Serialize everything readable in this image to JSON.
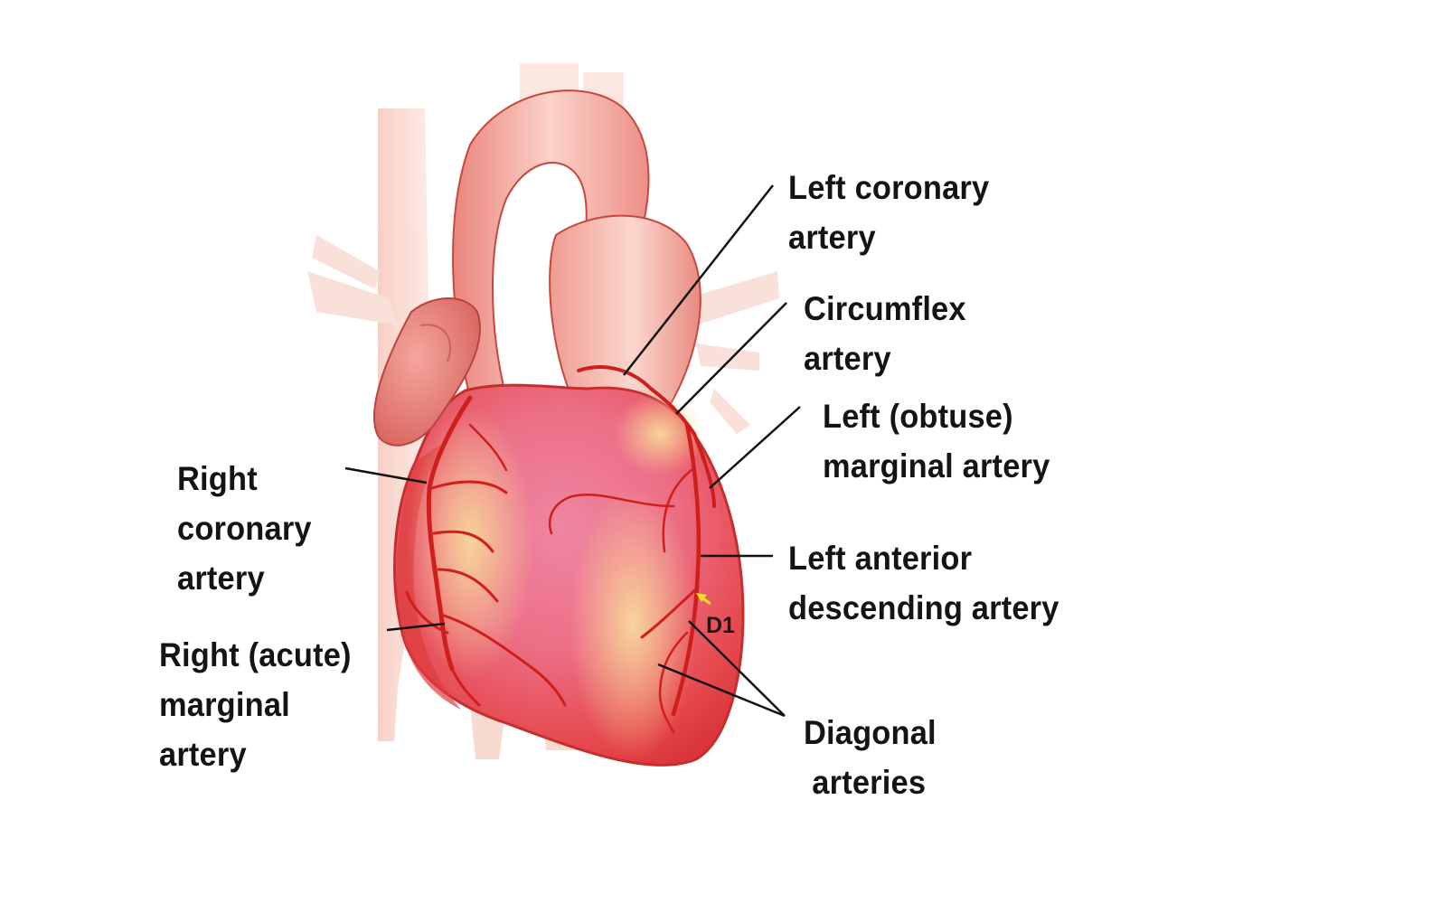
{
  "labels": {
    "left_coronary": [
      "Left coronary",
      "artery"
    ],
    "circumflex": [
      "Circumflex",
      "artery"
    ],
    "left_obtuse_marginal": [
      "Left (obtuse)",
      "marginal artery"
    ],
    "left_anterior_descending": [
      "Left anterior",
      "descending artery"
    ],
    "diagonal": [
      "Diagonal",
      "arteries"
    ],
    "right_coronary": [
      "Right",
      "coronary",
      "artery"
    ],
    "right_acute_marginal": [
      "Right (acute)",
      "marginal",
      "artery"
    ],
    "d1": "D1"
  },
  "colors": {
    "background": "#ffffff",
    "leader_line": "#111111",
    "artery": "#d0231c",
    "myocardium_red": "#e8484a",
    "myocardium_pink": "#ef7f94",
    "myocardium_yellow": "#f6cf8e",
    "vessel_pale": "#f3b7a6",
    "arrow": "#f0e020"
  },
  "icons": [
    "heart-illustration",
    "yellow-arrow-icon"
  ]
}
